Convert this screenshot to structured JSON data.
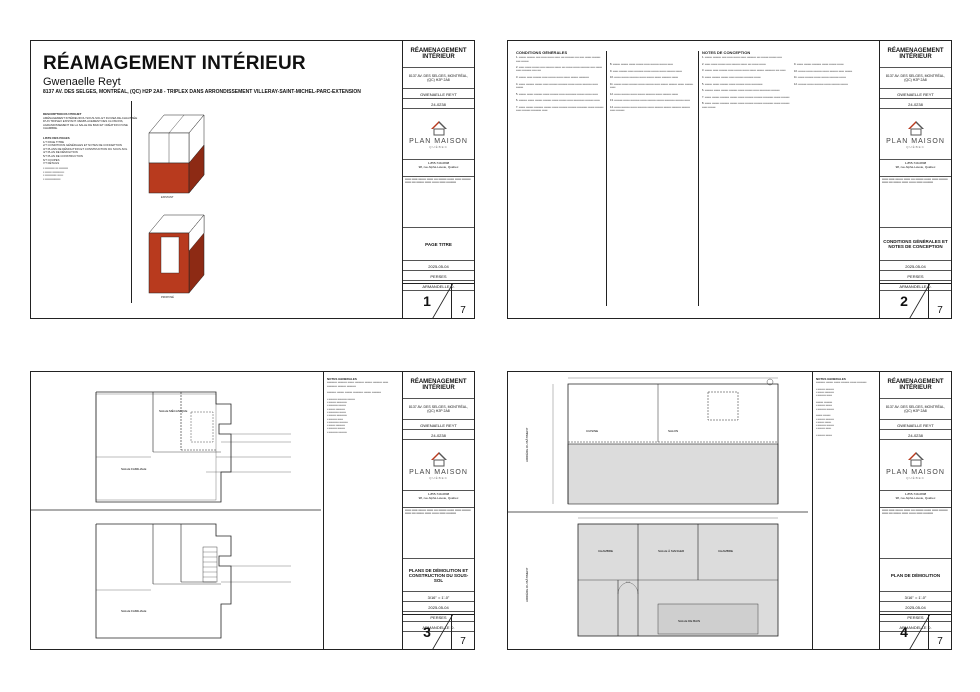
{
  "project": {
    "title": "RÉAMAGEMENT INTÉRIEUR",
    "client": "Gwenaelle Reyt",
    "address_line": "8137 AV. DES SELGES, MONTRÉAL, (QC) H2P 2A8 - TRIPLEX DANS ARRONDISSEMENT VILLERAY-SAINT-MICHEL-PARC-EXTENSION",
    "tb_title": "RÉAMENAGEMENT INTÉRIEUR",
    "tb_address": "8137 AV. DES SELGES, MONTRÉAL, (QC) H2P 2A8",
    "tb_client": "GWENAELLE REYT",
    "tb_file": "24-0238"
  },
  "brand": {
    "name": "PLAN MAISON",
    "sub": "QUÉBEC",
    "phone": "1-855-749-0808",
    "contact": "98, rue Alphé-Lavoie, Québec",
    "accent": "#b83a1e"
  },
  "sheets": [
    {
      "id": "1",
      "total": "7",
      "title": "PAGE TITRE",
      "scale": "",
      "date": "2025-05-04",
      "drawn": "PERSES",
      "checked": "ARMANDELLE D."
    },
    {
      "id": "2",
      "total": "7",
      "title": "CONDITIONS GÉNÉRALES ET NOTES DE CONCEPTION",
      "scale": "",
      "date": "2025-05-04",
      "drawn": "PERSES",
      "checked": "ARMANDELLE D."
    },
    {
      "id": "3",
      "total": "7",
      "title": "PLANS DE DÉMOLITION ET CONSTRUCTION DU SOUS-SOL",
      "scale": "3/16\" = 1'-0\"",
      "date": "2025-05-04",
      "drawn": "PERSES",
      "checked": "ARMANDELLE D."
    },
    {
      "id": "4",
      "total": "7",
      "title": "PLAN DE DÉMOLITION",
      "scale": "3/16\" = 1'-0\"",
      "date": "2025-05-04",
      "drawn": "PERSES",
      "checked": "ARMANDELLE D."
    }
  ],
  "sheet1": {
    "desc_heading": "DESCRIPTION DU PROJET",
    "desc": "AMÉNAGEMENT INTÉRIEUR DU SOUS-SOL ET DU REZ-DE-CHAUSSÉE D'UN TRIPLEX EXISTANT. REMPLACEMENT DES CLOISONS, AGRANDISSEMENT DE LA SALLE DE BAIN ET CRÉATION D'UNE CHAMBRE.",
    "list_heading": "LISTE DES PAGES",
    "pages": [
      "1/7  PAGE TITRE",
      "2/7  CONDITIONS GÉNÉRALES ET NOTES DE CONCEPTION",
      "3/7  PLANS DE DÉMOLITION ET CONSTRUCTION DU SOUS-SOL",
      "4/7  PLAN DE DÉMOLITION",
      "5/7  PLAN DE CONSTRUCTION",
      "6/7  COUPES",
      "7/7  DÉTAILS"
    ],
    "label_top": "EXISTANT",
    "label_bottom": "PROPOSÉ"
  },
  "sheet2": {
    "col1_heading": "CONDITIONS GÉNÉRALES",
    "col2_heading": "NOTES DE CONCEPTION"
  },
  "sheet3": {
    "room1": "SALLE MÉCANIQUE",
    "room2": "SALLE FAMILIALE",
    "room3": "SALLE FAMILIALE",
    "notes_heading": "NOTES GÉNÉRALES"
  },
  "sheet4": {
    "room1": "CUISINE",
    "room2": "SALON",
    "room3": "CHAMBRE",
    "room4": "SALLE À MANGER",
    "room5": "CHAMBRE",
    "room6": "SALLE DE BAIN",
    "notes_heading": "NOTES GÉNÉRALES",
    "side_label": "ARRIÈRE DU BÂTIMENT"
  }
}
